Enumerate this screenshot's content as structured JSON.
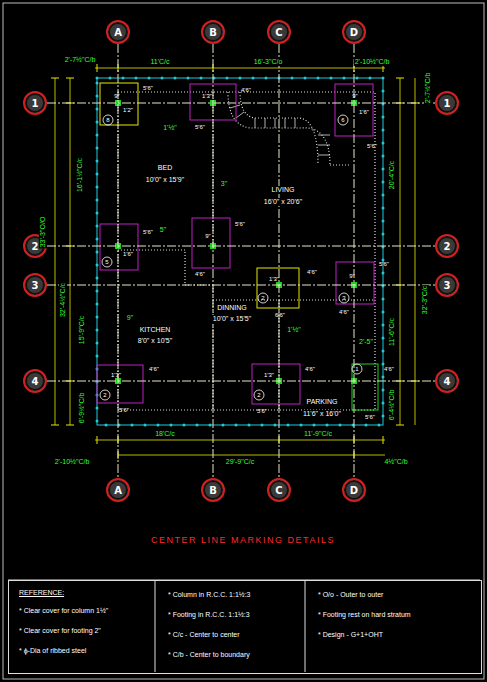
{
  "diagram": {
    "title": "CENTER LINE MARKING DETAILS",
    "nodes": [
      {
        "text": [
          "A"
        ]
      },
      {
        "text": [
          "B"
        ]
      },
      {
        "text": [
          "C"
        ]
      },
      {
        "text": [
          "D"
        ]
      },
      {
        "text": [
          "1"
        ]
      },
      {
        "text": [
          "1"
        ]
      },
      {
        "text": [
          "2"
        ]
      },
      {
        "text": [
          "2"
        ]
      },
      {
        "text": [
          "3"
        ]
      },
      {
        "text": [
          "3"
        ]
      },
      {
        "text": [
          "4"
        ]
      },
      {
        "text": [
          "4"
        ]
      },
      {
        "text": [
          "A"
        ]
      },
      {
        "text": [
          "B"
        ]
      },
      {
        "text": [
          "C"
        ]
      },
      {
        "text": [
          "D"
        ]
      },
      {
        "text": [
          "REFERENCE:",
          "* Clear cover for column 1½\"",
          "* Clear cover for footing 2\"",
          "* ϕ-Dia of ribbed steel",
          "* Column in R.C.C. 1:1½:3",
          "* Footing in R.C.C. 1:1½:3",
          "* C/c - Center to center",
          "* C/b - Center to boundary",
          "* O/o - Outer to outer",
          "* Footing rest on hard stratum",
          "* Design - G+1+OHT"
        ]
      }
    ],
    "edges": [
      {
        "from": 0,
        "to": 12,
        "arrow": "none"
      },
      {
        "from": 1,
        "to": 13,
        "arrow": "none"
      },
      {
        "from": 2,
        "to": 14,
        "arrow": "none"
      },
      {
        "from": 3,
        "to": 15,
        "arrow": "none"
      },
      {
        "from": 4,
        "to": 5,
        "arrow": "none"
      },
      {
        "from": 6,
        "to": 7,
        "arrow": "none"
      },
      {
        "from": 8,
        "to": 9,
        "arrow": "none"
      },
      {
        "from": 10,
        "to": 11,
        "arrow": "none"
      }
    ],
    "labels": [
      "2'-7½\"C/b",
      "11'C/c",
      "16'-3\"C/o",
      "2'-10½\"C/b",
      "2'-7½\"C/b",
      "33'-3\"O/O",
      "16'-1½\"C/c",
      "32'-4½\"C/c",
      "15'-9\"C/c",
      "6'-9½\"C/b",
      "20'-4\"C/c",
      "32'-3\"C/c",
      "11'-6\"C/c",
      "2'-5\"",
      "6'-4½\"C/b",
      "18'C/c",
      "11'-9\"C/c",
      "29'-9\"C/c",
      "2'-10½\"C/b",
      "4½\"C/b",
      "BED",
      "10'0\" x 15'9\"",
      "LIVING",
      "16'0\" x 20'6\"",
      "DINNING",
      "10'0\" x 15'5\"",
      "KITCHEN",
      "8'0\" x 10'5\"",
      "PARKING",
      "11'6\" x 16'0\"",
      "8",
      "9\"",
      "5'6\"",
      "1'2\"",
      "1'3\"",
      "4'6\"",
      "5'6\"",
      "9\"",
      "5'6\"",
      "6",
      "1'6\"",
      "5'6\"",
      "1'6\"",
      "5",
      "9\"",
      "5'6\"",
      "4'6\"",
      "1'3\"",
      "4'6\"",
      "2",
      "6'6\"",
      "9\"",
      "5'6\"",
      "3",
      "4'6\"",
      "1'3\"",
      "4'6\"",
      "2",
      "5'6\"",
      "1'3\"",
      "4'6\"",
      "2",
      "5'6\"",
      "1",
      "4'6\"",
      "5'6\"",
      "1'½\"",
      "3\"",
      "5\"",
      "9\"",
      "1'½\""
    ]
  }
}
